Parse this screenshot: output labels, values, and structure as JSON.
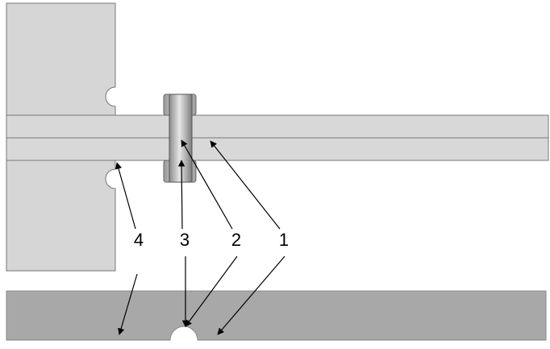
{
  "labels": {
    "part_1": "1",
    "part_2": "2",
    "part_3": "3",
    "part_4": "4"
  },
  "colors": {
    "plate": "#d6d6d6",
    "plate_dark": "#b6b6b6",
    "base": "#a8a8a8",
    "outline": "#777777",
    "arrow": "#000000",
    "background": "#ffffff"
  }
}
